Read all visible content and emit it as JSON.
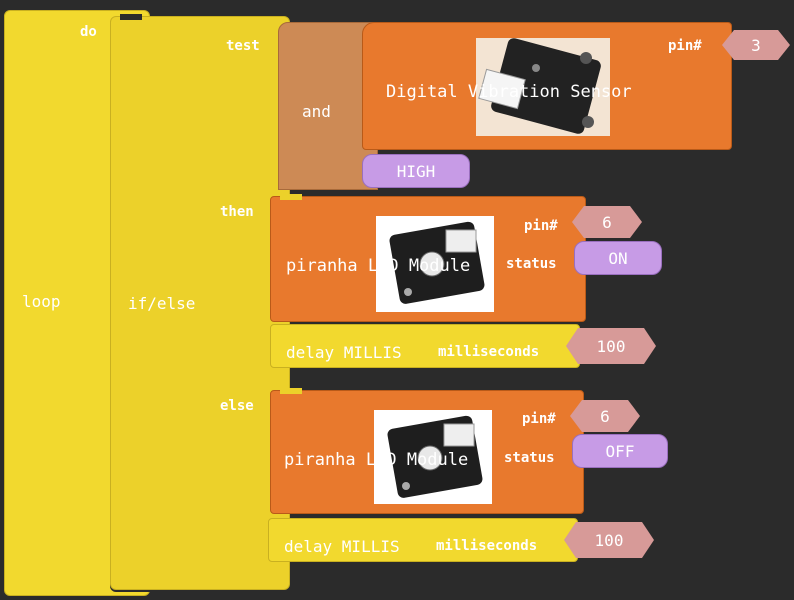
{
  "loop_block": {
    "label": "loop",
    "do_label": "do"
  },
  "ifelse_block": {
    "label": "if/else",
    "test_label": "test",
    "then_label": "then",
    "else_label": "else"
  },
  "and_block": {
    "label": "and"
  },
  "vibration_block": {
    "label": "Digital Vibration Sensor",
    "pin_label": "pin#",
    "pin_value": "3"
  },
  "high_block": {
    "label": "HIGH"
  },
  "then_led": {
    "label": "piranha LED Module",
    "pin_label": "pin#",
    "pin_value": "6",
    "status_label": "status",
    "status_value": "ON"
  },
  "then_delay": {
    "label": "delay MILLIS",
    "ms_label": "milliseconds",
    "ms_value": "100"
  },
  "else_led": {
    "label": "piranha LED Module",
    "pin_label": "pin#",
    "pin_value": "6",
    "status_label": "status",
    "status_value": "OFF"
  },
  "else_delay": {
    "label": "delay MILLIS",
    "ms_label": "milliseconds",
    "ms_value": "100"
  },
  "colors": {
    "loop": "#f2d92e",
    "ifelse": "#ecd12a",
    "sensor": "#e8792d",
    "logic": "#cd8a55",
    "value_pill": "#c79be6",
    "number": "#d79a98",
    "background": "#2b2b2b"
  }
}
